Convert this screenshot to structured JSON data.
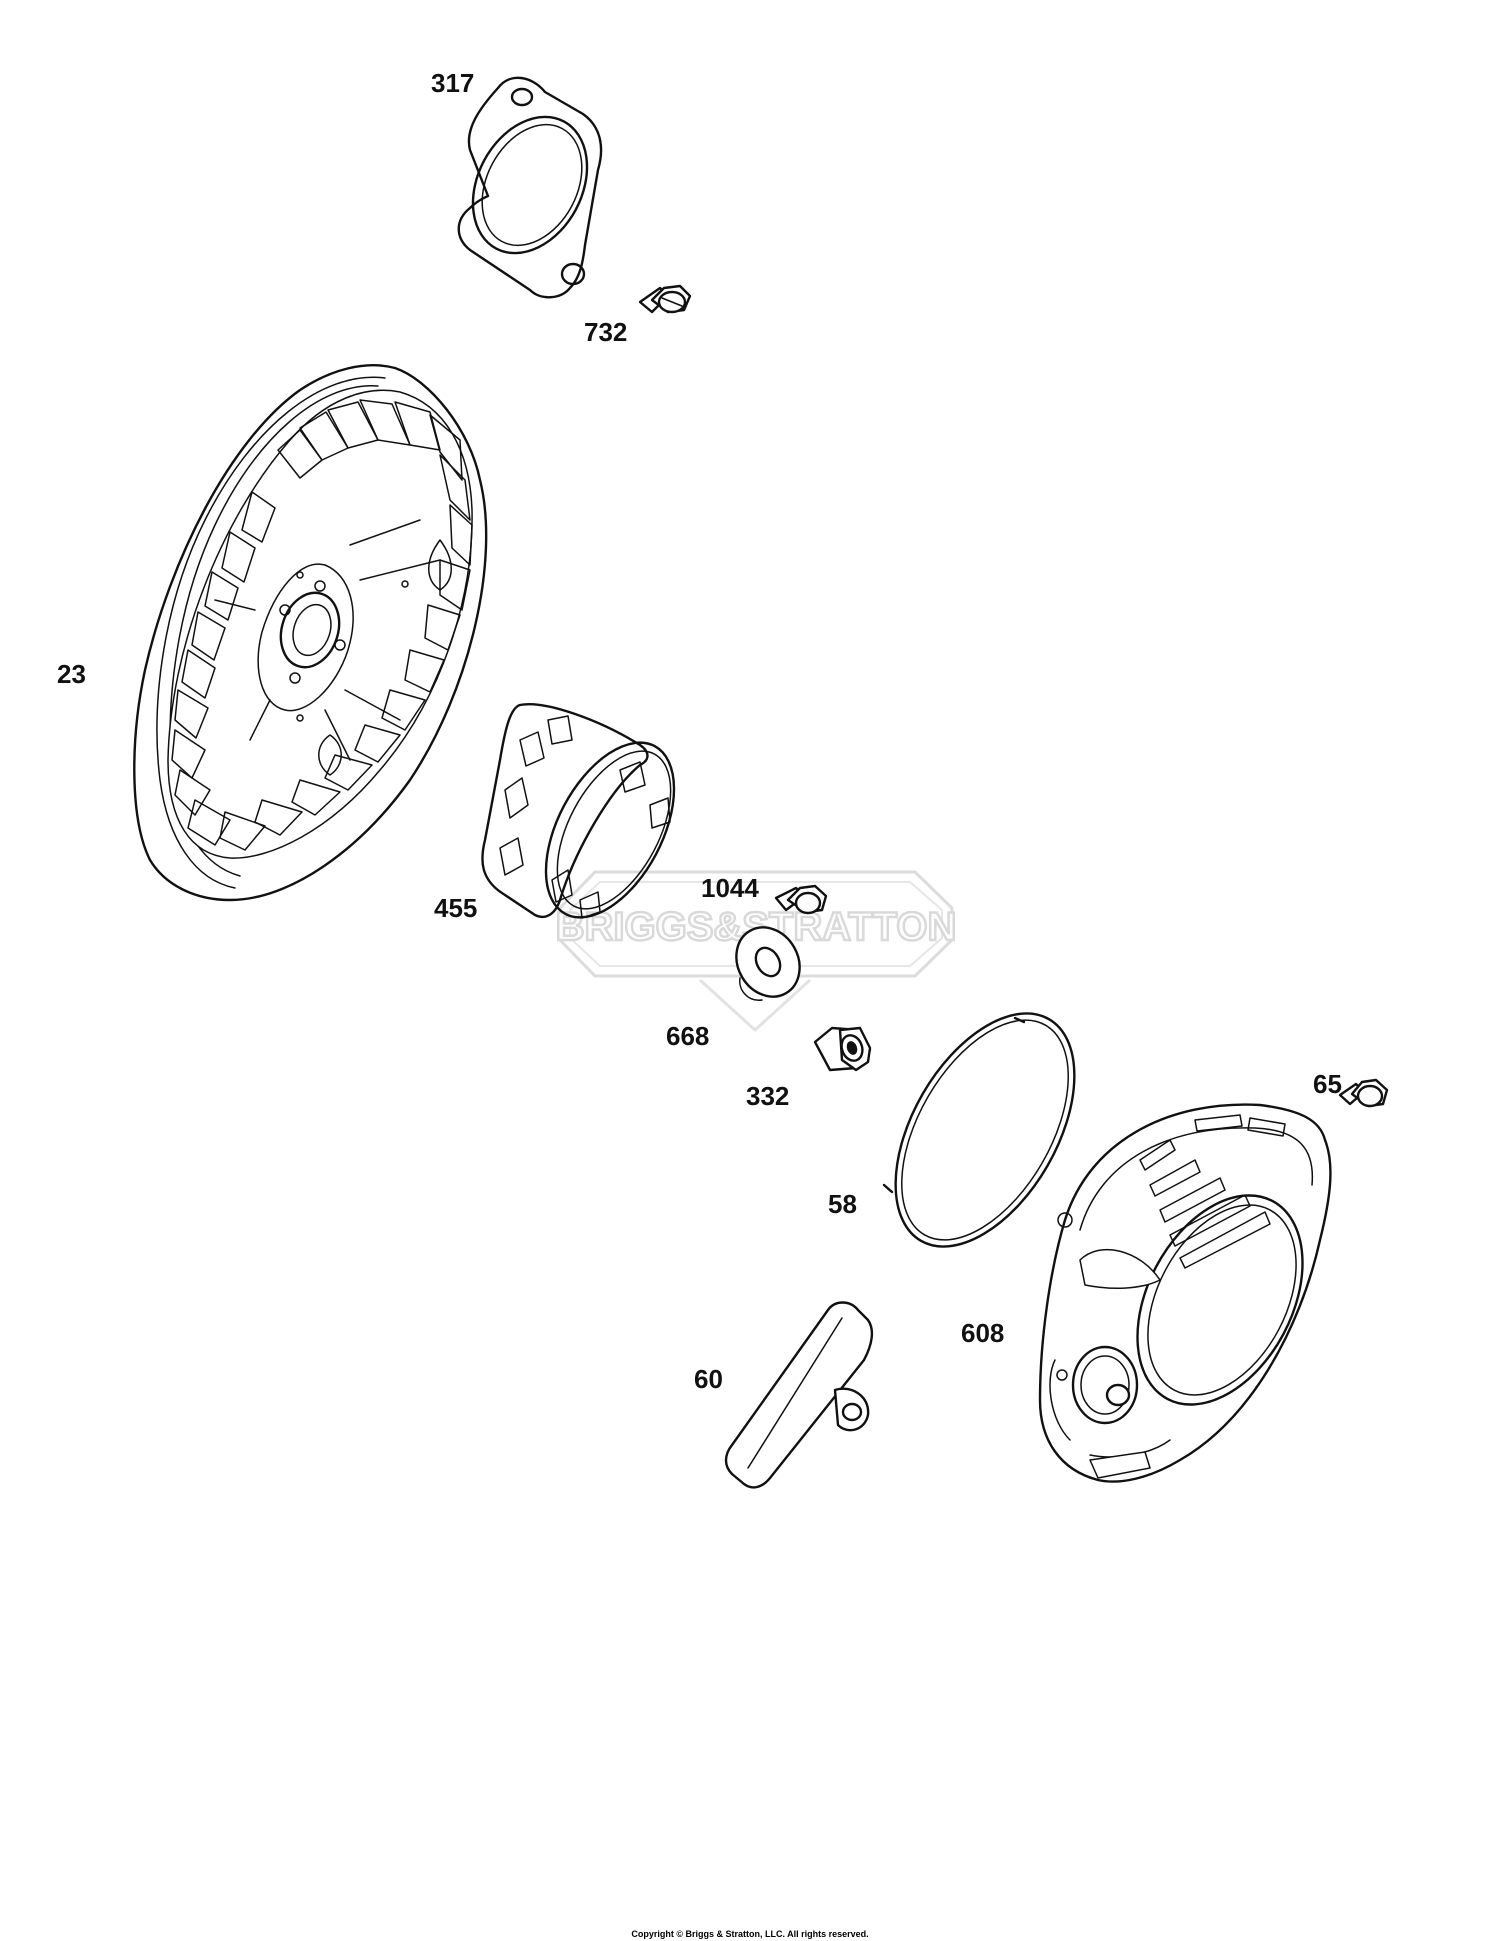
{
  "parts": [
    {
      "id": "317",
      "label": "317",
      "name": "cover plate"
    },
    {
      "id": "732",
      "label": "732",
      "name": "screw"
    },
    {
      "id": "23",
      "label": "23",
      "name": "flywheel"
    },
    {
      "id": "455",
      "label": "455",
      "name": "starter cup"
    },
    {
      "id": "1044",
      "label": "1044",
      "name": "screw"
    },
    {
      "id": "668",
      "label": "668",
      "name": "washer"
    },
    {
      "id": "332",
      "label": "332",
      "name": "nut"
    },
    {
      "id": "58",
      "label": "58",
      "name": "ring"
    },
    {
      "id": "65",
      "label": "65",
      "name": "screw"
    },
    {
      "id": "608",
      "label": "608",
      "name": "rewind starter housing"
    },
    {
      "id": "60",
      "label": "60",
      "name": "starter handle"
    }
  ],
  "watermark": {
    "text": "BRIGGS&STRATTON"
  },
  "copyright": "Copyright © Briggs & Stratton, LLC. All rights reserved.",
  "colors": {
    "line": "#111111",
    "watermark": "#d9d9d9",
    "background": "#ffffff"
  }
}
